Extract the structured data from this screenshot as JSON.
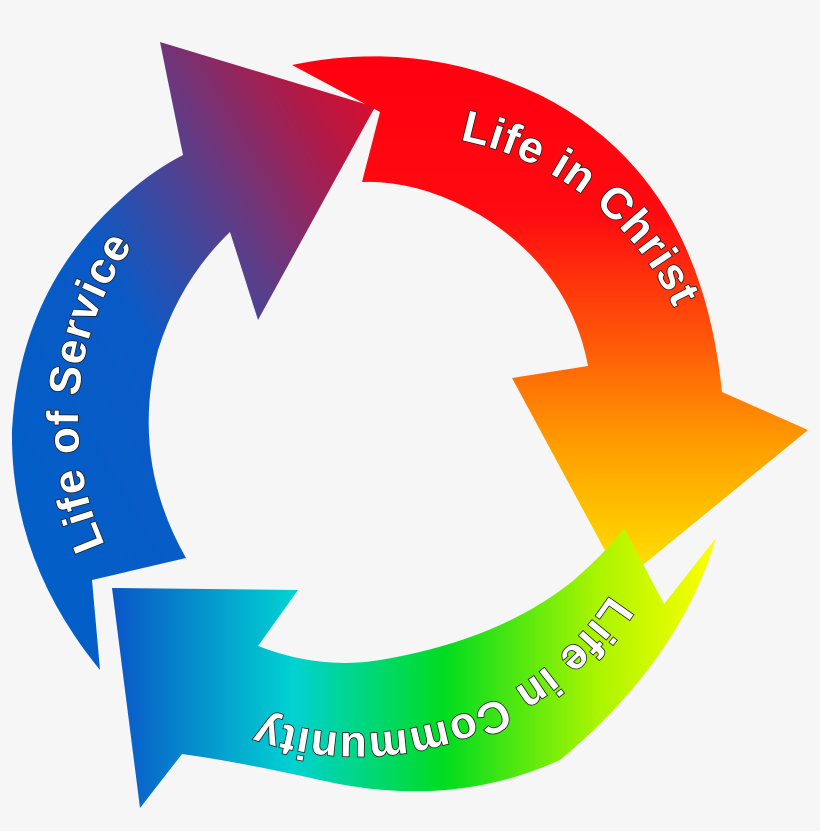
{
  "diagram": {
    "type": "cycle",
    "background": "#f6f6f6",
    "arrows": [
      {
        "id": "christ",
        "label": "Life in Christ",
        "gradient": [
          "#ff0010",
          "#ff2a0c",
          "#ff7a06",
          "#ffb800",
          "#ffe600"
        ],
        "position": "top-right"
      },
      {
        "id": "community",
        "label": "Life in Community",
        "gradient": [
          "#0a55c8",
          "#00d0d0",
          "#00de40",
          "#9af200",
          "#ffff00"
        ],
        "position": "bottom"
      },
      {
        "id": "service",
        "label": "Life of Service",
        "gradient": [
          "#0060c8",
          "#0a5ac6",
          "#5a3e8a",
          "#a81e4a",
          "#e80a22"
        ],
        "position": "left"
      }
    ],
    "flow": [
      "Life in Christ",
      "Life in Community",
      "Life of Service"
    ]
  }
}
